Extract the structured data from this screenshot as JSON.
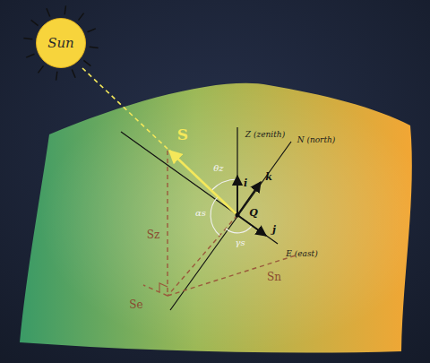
{
  "diagram": {
    "nodes": [
      {
        "text": [
          "Sun"
        ]
      }
    ],
    "labels": [
      "S",
      "Z (zenith)",
      "N (north)",
      "E (east)",
      "θz",
      "i",
      "k",
      "Q",
      "j",
      "αs",
      "γs",
      "Sz",
      "Se",
      "Sn"
    ]
  }
}
